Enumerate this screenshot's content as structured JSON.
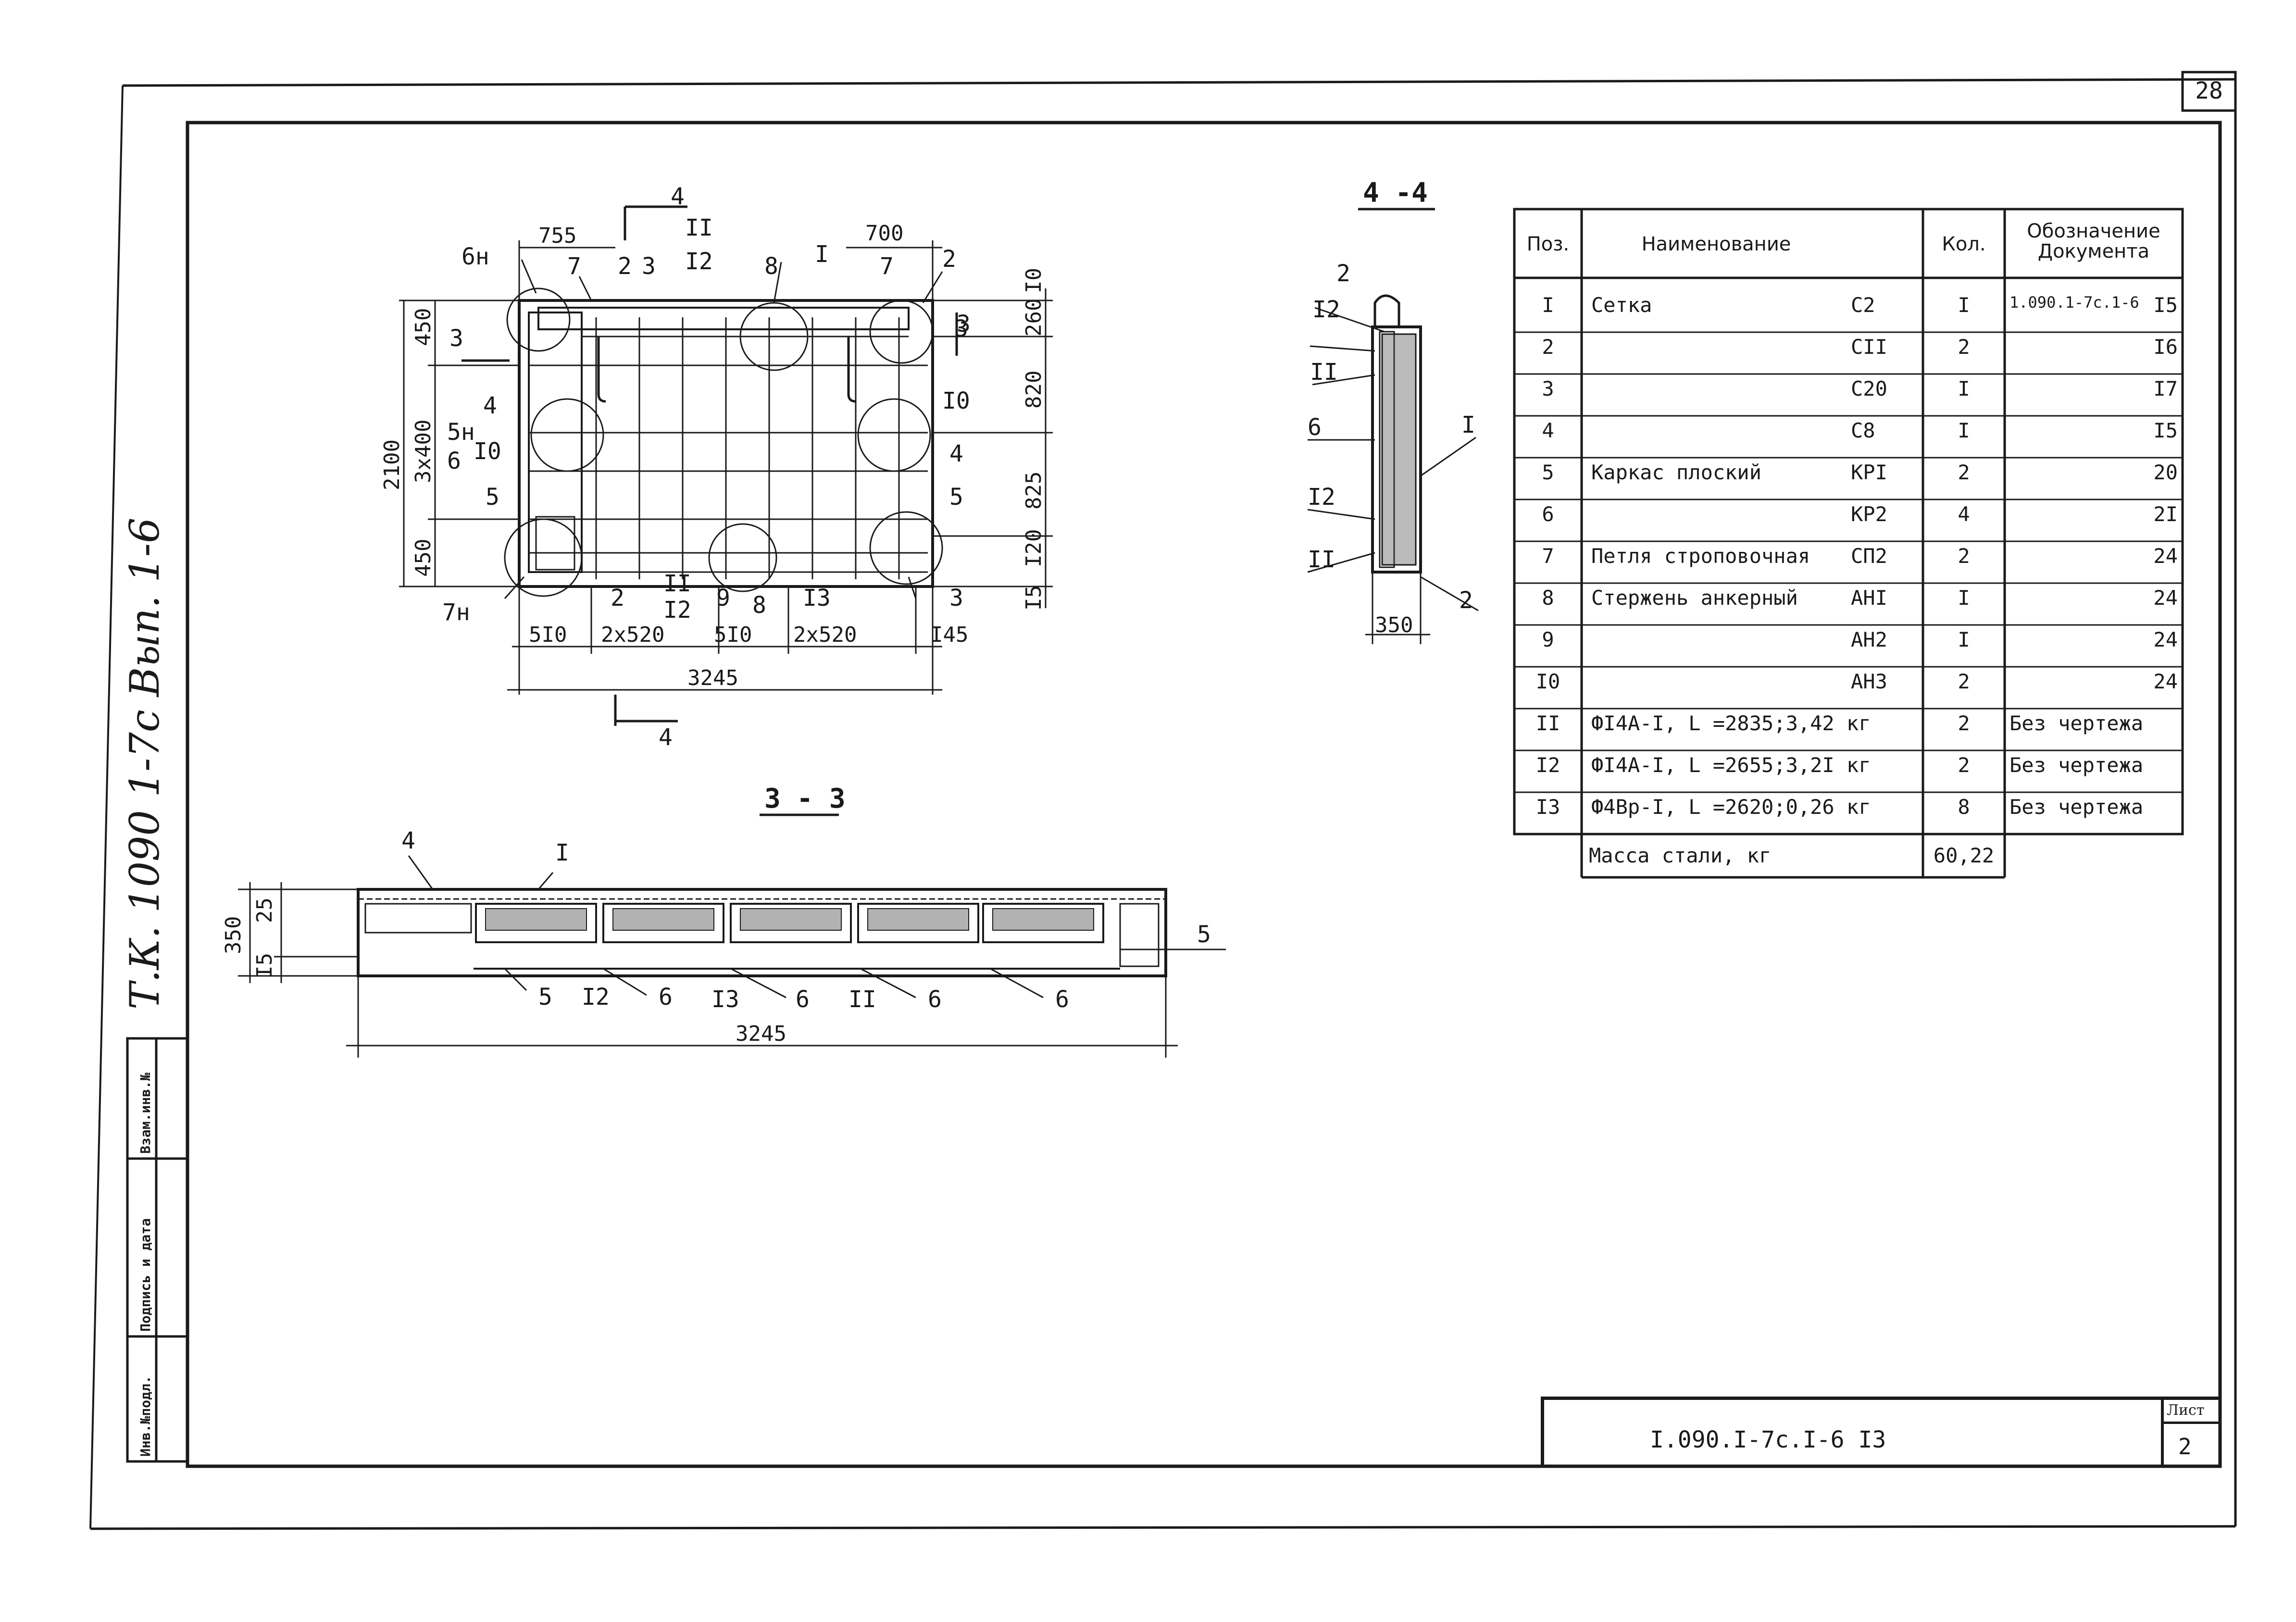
{
  "page_number": "28",
  "side_note": "Т.К. 1090 1-7с Вып. 1-6",
  "stamp_cells": [
    "Инв.№подл.",
    "Подпись и дата",
    "Взам.инв.№"
  ],
  "plan": {
    "section_marks": {
      "s3": "3",
      "s4": "4"
    },
    "dims_top": [
      "755",
      "700"
    ],
    "dims_left": [
      "450",
      "3x400",
      "450"
    ],
    "dim_total_height": "2100",
    "dims_right": [
      "I0",
      "260",
      "820",
      "825",
      "I20",
      "I5"
    ],
    "dims_bottom": [
      "5I0",
      "2x520",
      "5I0",
      "2x520",
      "I45"
    ],
    "dim_total_width": "3245",
    "callouts_top": [
      "6н",
      "7",
      "2",
      "3",
      "II",
      "I2",
      "8",
      "I",
      "7",
      "2"
    ],
    "callouts_left": [
      "4",
      "5н",
      "I0",
      "6",
      "5",
      "7н"
    ],
    "callouts_right": [
      "3",
      "I0",
      "4",
      "5",
      "3"
    ],
    "callouts_bottom": [
      "2",
      "II",
      "I2",
      "9",
      "8",
      "I3"
    ]
  },
  "section_33": {
    "title": "3 - 3",
    "dims_left": [
      "350",
      "25",
      "I5"
    ],
    "dim_width": "3245",
    "callouts": [
      "4",
      "I",
      "5",
      "5",
      "I2",
      "6",
      "I3",
      "6",
      "II",
      "6",
      "6"
    ]
  },
  "section_44": {
    "title": "4 -4",
    "dim_width": "350",
    "callouts_left": [
      "2",
      "I2",
      "II",
      "6",
      "I2",
      "II"
    ],
    "callouts_right": [
      "I",
      "2"
    ]
  },
  "spec_table": {
    "headers": [
      "Поз.",
      "Наименование",
      "Кол.",
      "Обозначение Документа"
    ],
    "rows": [
      {
        "pos": "I",
        "name": "Сетка",
        "mark": "С2",
        "qty": "I",
        "doc": "1.090.1-7с.1-6",
        "doc_num": "I5"
      },
      {
        "pos": "2",
        "name": "",
        "mark": "СII",
        "qty": "2",
        "doc": "",
        "doc_num": "I6"
      },
      {
        "pos": "3",
        "name": "",
        "mark": "С20",
        "qty": "I",
        "doc": "",
        "doc_num": "I7"
      },
      {
        "pos": "4",
        "name": "",
        "mark": "С8",
        "qty": "I",
        "doc": "",
        "doc_num": "I5"
      },
      {
        "pos": "5",
        "name": "Каркас плоский",
        "mark": "КРI",
        "qty": "2",
        "doc": "",
        "doc_num": "20"
      },
      {
        "pos": "6",
        "name": "",
        "mark": "КР2",
        "qty": "4",
        "doc": "",
        "doc_num": "2I"
      },
      {
        "pos": "7",
        "name": "Петля строповочная",
        "mark": "СП2",
        "qty": "2",
        "doc": "",
        "doc_num": "24"
      },
      {
        "pos": "8",
        "name": "Стержень анкерный",
        "mark": "АНI",
        "qty": "I",
        "doc": "",
        "doc_num": "24"
      },
      {
        "pos": "9",
        "name": "",
        "mark": "АН2",
        "qty": "I",
        "doc": "",
        "doc_num": "24"
      },
      {
        "pos": "I0",
        "name": "",
        "mark": "АН3",
        "qty": "2",
        "doc": "",
        "doc_num": "24"
      },
      {
        "pos": "II",
        "name": "ФI4А-I, L =2835;3,42 кг",
        "mark": "",
        "qty": "2",
        "doc": "Без чертежа",
        "doc_num": ""
      },
      {
        "pos": "I2",
        "name": "ФI4А-I, L =2655;3,2I кг",
        "mark": "",
        "qty": "2",
        "doc": "Без чертежа",
        "doc_num": ""
      },
      {
        "pos": "I3",
        "name": "Ф4Вр-I, L =2620;0,26 кг",
        "mark": "",
        "qty": "8",
        "doc": "Без чертежа",
        "doc_num": ""
      }
    ],
    "total_label": "Масса стали, кг",
    "total_value": "60,22"
  },
  "title_block": {
    "code": "I.090.I-7с.I-6 I3",
    "sheet_label": "Лист",
    "sheet_number": "2"
  }
}
